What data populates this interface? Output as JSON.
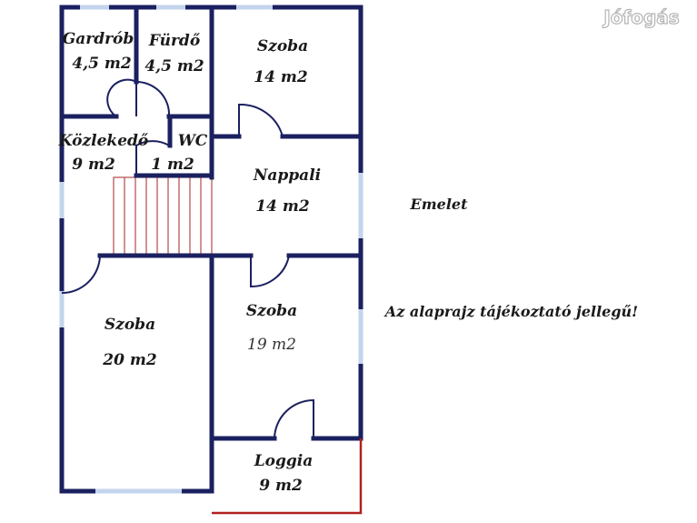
{
  "watermark": "Jófogás",
  "plan": {
    "level_label": "Emelet",
    "note": "Az alaprajz tájékoztató jellegű!",
    "rooms": [
      {
        "name": "Gardrób",
        "area": "4,5 m2"
      },
      {
        "name": "Fürdő",
        "area": "4,5 m2"
      },
      {
        "name": "Szoba",
        "area": "14 m2"
      },
      {
        "name": "Közlekedő",
        "area": "9 m2"
      },
      {
        "name": "WC",
        "area": "1 m2"
      },
      {
        "name": "Nappali",
        "area": "14 m2"
      },
      {
        "name": "Szoba",
        "area": "20 m2"
      },
      {
        "name": "Szoba",
        "area": "19 m2"
      },
      {
        "name": "Loggia",
        "area": "9 m2"
      }
    ]
  },
  "colors": {
    "wall": "#1b2060",
    "window": "#c3d5ec",
    "stairs": "#b44a4a",
    "loggia_railing": "#b02020"
  }
}
